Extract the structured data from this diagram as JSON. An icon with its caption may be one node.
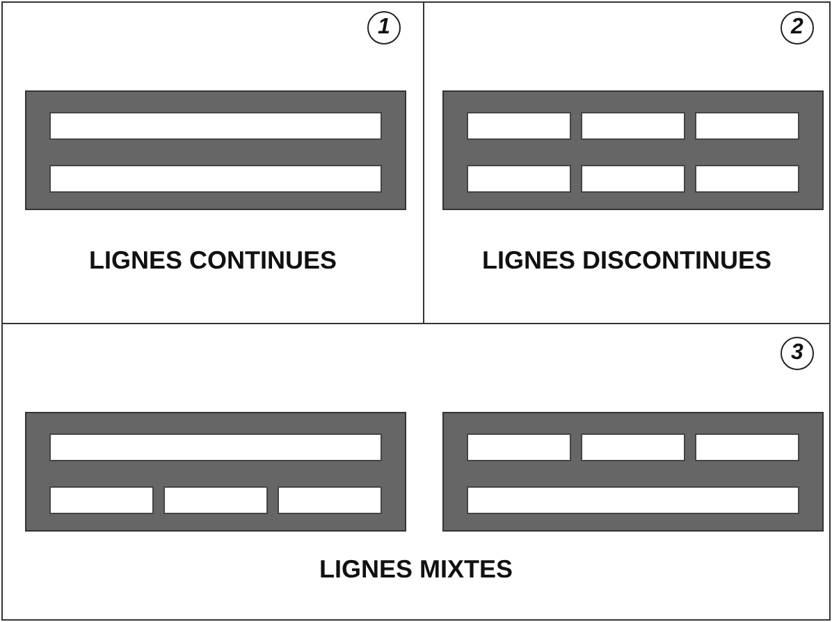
{
  "diagram": {
    "nodes": [
      {
        "text": [
          "LIGNES CONTINUES"
        ]
      },
      {
        "text": [
          "1"
        ],
        "in": 0
      },
      {
        "text": [
          "LIGNES DISCONTINUES"
        ]
      },
      {
        "text": [
          "2"
        ],
        "in": 2
      },
      {
        "text": [
          "LIGNES MIXTES"
        ]
      },
      {
        "text": [
          "3"
        ],
        "in": 4
      }
    ]
  }
}
